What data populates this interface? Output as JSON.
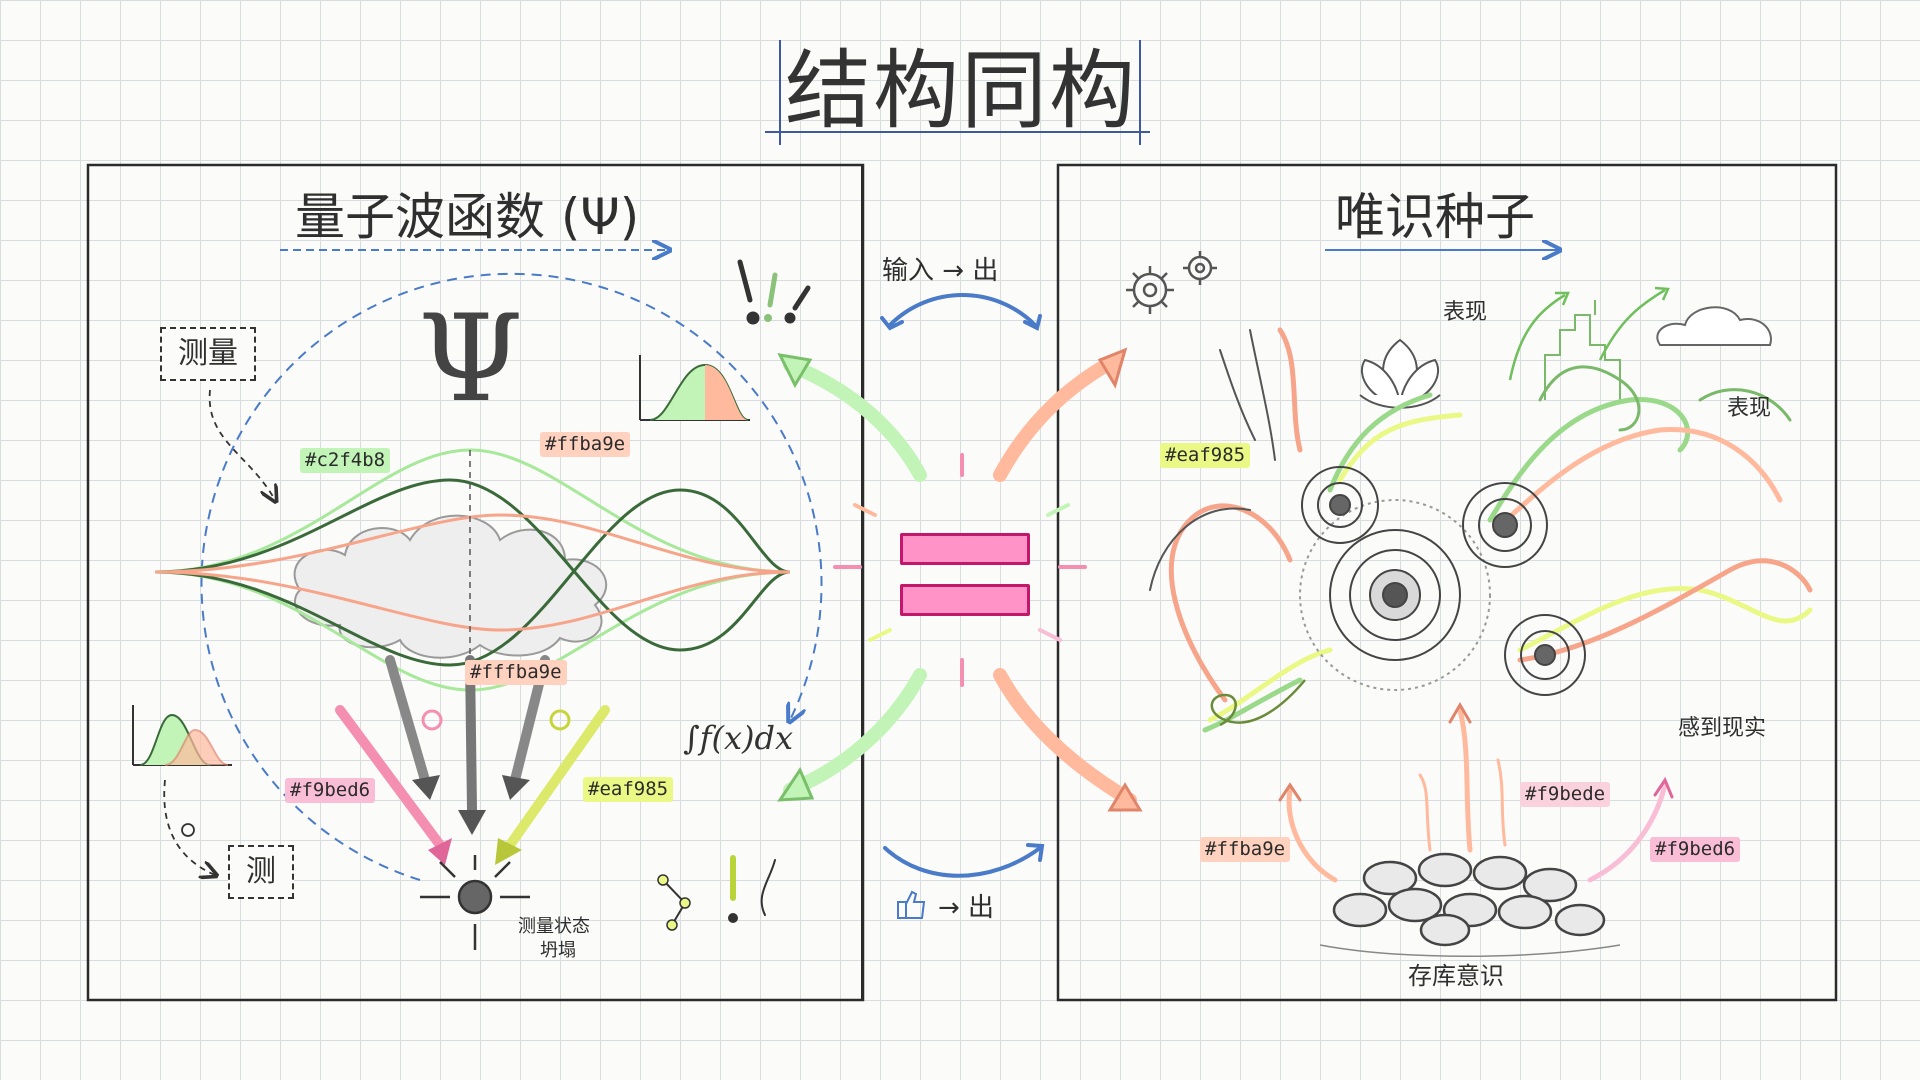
{
  "title": "结构同构",
  "left_panel": {
    "title": "量子波函数 (Ψ)",
    "psi_symbol": "Ψ",
    "measure_label": "测量",
    "measure_small": "测",
    "integral": "∫f(x)dx",
    "collapse_label_line1": "测量状态",
    "collapse_label_line2": "坍塌",
    "hex_tags": [
      "#c2f4b8",
      "#ffba9e",
      "#fffba9e",
      "#f9bed6",
      "#eaf985"
    ]
  },
  "center": {
    "top_label": "输入 → 出",
    "bottom_label": "→ 出"
  },
  "right_panel": {
    "title": "唯识种子",
    "expr_top": "表现",
    "expr_right": "表现",
    "feel_real": "感到现实",
    "store_consciousness": "存库意识",
    "hex_tags": [
      "#eaf985",
      "#f9bede",
      "#ffba9e",
      "#f9bed6"
    ]
  },
  "colors": {
    "green": "#c2f4b8",
    "orange": "#ffba9e",
    "pink": "#f9bed6",
    "yellow": "#eaf985",
    "blue": "#4a7bc8",
    "equals": "#ff93c8"
  }
}
